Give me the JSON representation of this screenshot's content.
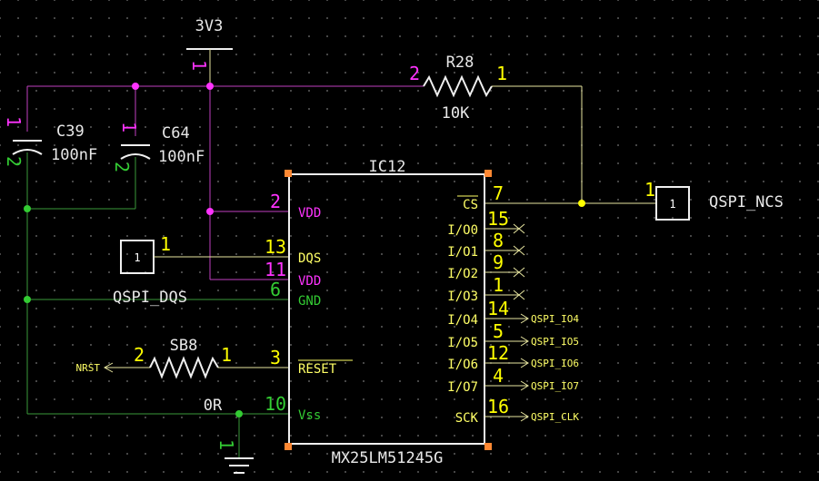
{
  "power": {
    "name": "3V3",
    "pin": "1"
  },
  "resistor_r28": {
    "ref": "R28",
    "value": "10K",
    "pin_left": "2",
    "pin_right": "1"
  },
  "cap_c39": {
    "ref": "C39",
    "value": "100nF",
    "pin_top": "1",
    "pin_bottom": "2"
  },
  "cap_c64": {
    "ref": "C64",
    "value": "100nF",
    "pin_top": "1",
    "pin_bottom": "2"
  },
  "ic": {
    "ref": "IC12",
    "part": "MX25LM51245G",
    "left_pins": [
      {
        "num": "2",
        "name": "VDD"
      },
      {
        "num": "13",
        "name": "DQS"
      },
      {
        "num": "11",
        "name": "VDD"
      },
      {
        "num": "6",
        "name": "GND"
      },
      {
        "num": "3",
        "name": "RESET"
      },
      {
        "num": "10",
        "name": "Vss"
      }
    ],
    "right_pins": [
      {
        "num": "7",
        "name": "CS",
        "net": "QSPI_NCS"
      },
      {
        "num": "15",
        "name": "I/O0",
        "net": ""
      },
      {
        "num": "8",
        "name": "I/O1",
        "net": ""
      },
      {
        "num": "9",
        "name": "I/O2",
        "net": ""
      },
      {
        "num": "1",
        "name": "I/O3",
        "net": ""
      },
      {
        "num": "14",
        "name": "I/O4",
        "net": "QSPI_IO4"
      },
      {
        "num": "5",
        "name": "I/O5",
        "net": "QSPI_IO5"
      },
      {
        "num": "12",
        "name": "I/O6",
        "net": "QSPI_IO6"
      },
      {
        "num": "4",
        "name": "I/O7",
        "net": "QSPI_IO7"
      },
      {
        "num": "16",
        "name": "SCK",
        "net": "QSPI_CLK"
      }
    ]
  },
  "port_dqs": {
    "pin": "1",
    "box_label": "1",
    "net": "QSPI_DQS"
  },
  "port_ncs": {
    "pin": "1",
    "box_label": "1",
    "net": "QSPI_NCS"
  },
  "resistor_sb8": {
    "ref": "SB8",
    "value": "0R",
    "pin_left": "2",
    "pin_right": "1",
    "net": "NRST"
  },
  "ground": {
    "pin": "1"
  }
}
